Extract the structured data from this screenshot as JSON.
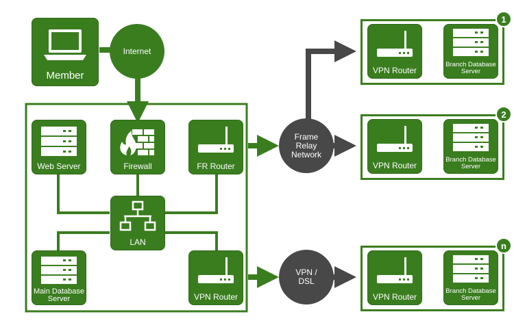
{
  "nodes": {
    "member": "Member",
    "internet": "Internet",
    "web_server": "Web Server",
    "firewall": "Firewall",
    "fr_router": "FR Router",
    "lan": "LAN",
    "main_db": "Main Database\nServer",
    "hq_vpn_router": "VPN Router",
    "frame_relay": "Frame\nRelay\nNetwork",
    "vpn_dsl": "VPN /\nDSL"
  },
  "branches": [
    {
      "badge": "1",
      "router": "VPN Router",
      "db": "Branch Database\nServer"
    },
    {
      "badge": "2",
      "router": "VPN Router",
      "db": "Branch Database\nServer"
    },
    {
      "badge": "n",
      "router": "VPN Router",
      "db": "Branch Database\nServer"
    }
  ],
  "colors": {
    "green": "#3a7d1f",
    "dark": "#484848",
    "white": "#ffffff"
  }
}
